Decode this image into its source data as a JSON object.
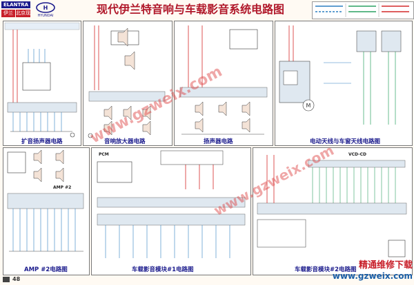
{
  "header": {
    "brand_model": "ELANTRA",
    "brand_maker": "HYUNDAI",
    "brand_cn1": "伊兰特",
    "brand_cn2": "北京现代",
    "title": "现代伊兰特音响与车载影音系统电路图"
  },
  "panels": {
    "p1": "扩音扬声器电路",
    "p2": "音响放大器电路",
    "p3": "扬声器电路",
    "p4": "电动天线与车窗天线电路图",
    "p5": "AMP #2电路图",
    "p6": "车载影音模块#1电路图",
    "p7": "车载影音模块#2电路图"
  },
  "labels": {
    "amp2": "AMP #2",
    "ecs": "VCD-CD",
    "pcm": "PCM"
  },
  "site": {
    "cn": "精通维修下载",
    "url": "www.gzweix.com"
  },
  "page_number": "48"
}
